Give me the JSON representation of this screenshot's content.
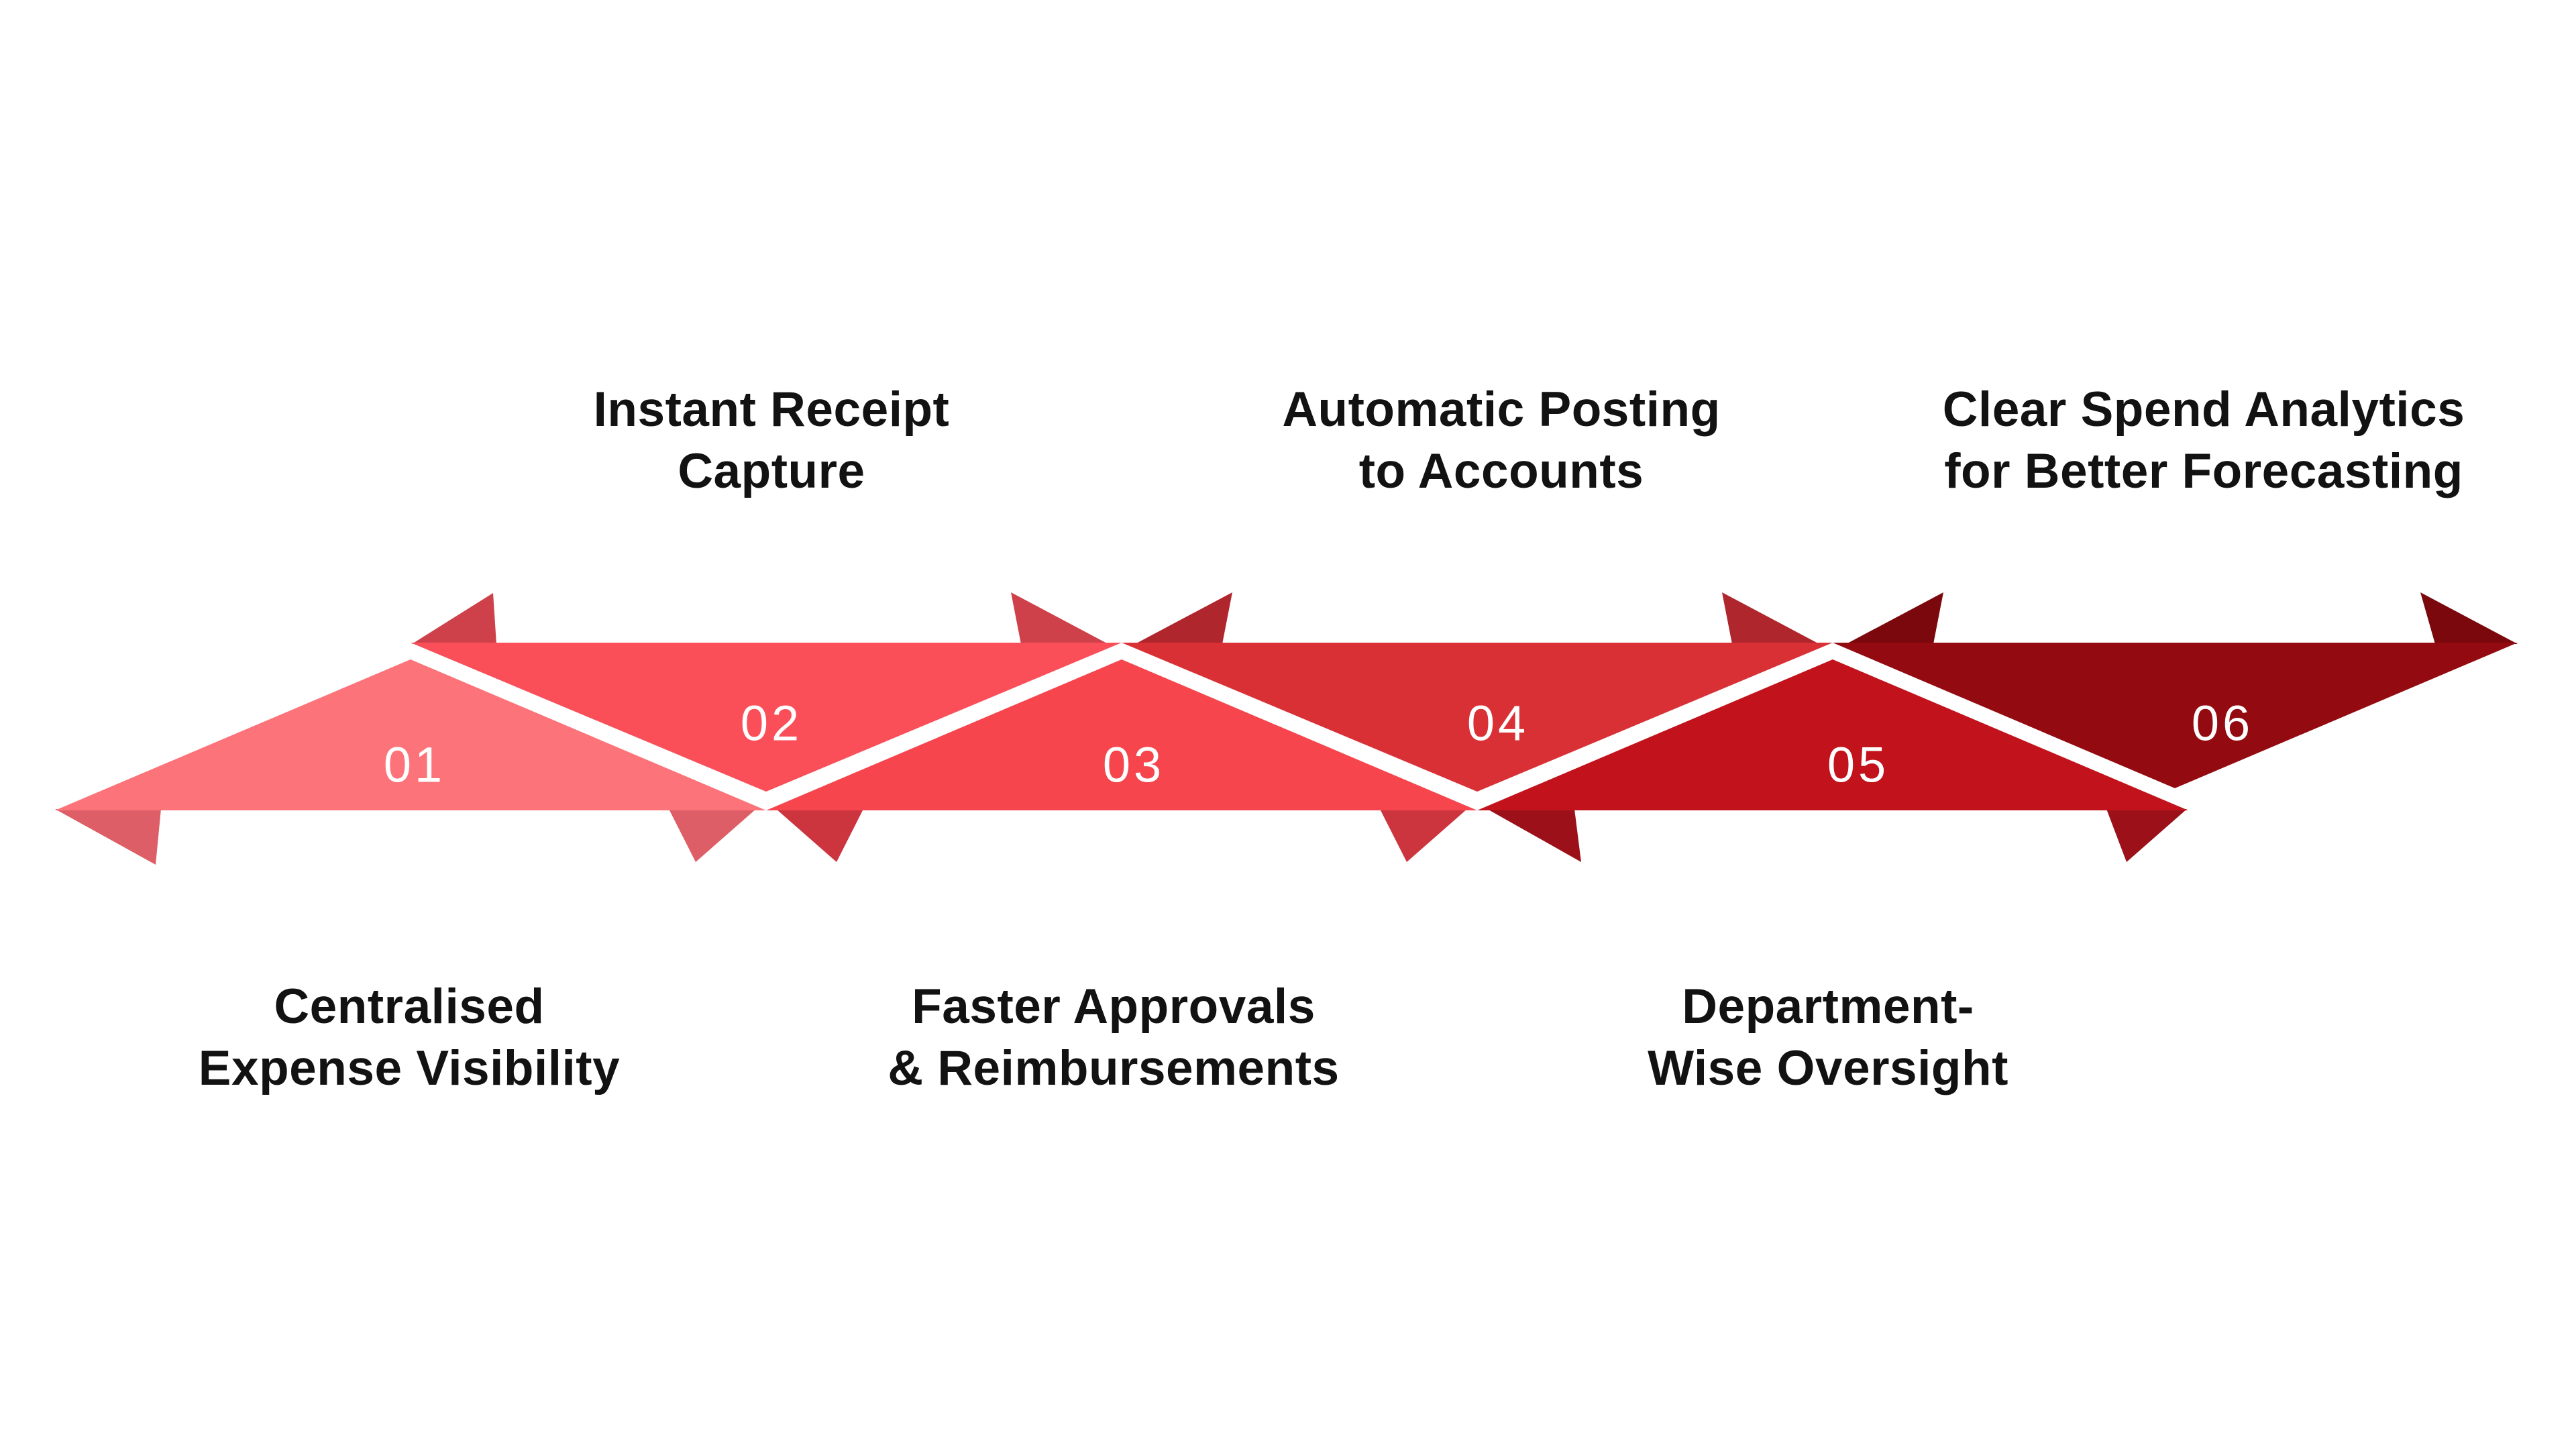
{
  "background_color": "#ffffff",
  "label_text_color": "#121212",
  "number_text_color": "#ffffff",
  "steps": [
    {
      "number": "01",
      "label": "Centralised\nExpense Visibility",
      "label_position": "bottom",
      "color": "#FC737A",
      "fold_color": "#DE5E67"
    },
    {
      "number": "02",
      "label": "Instant Receipt\nCapture",
      "label_position": "top",
      "color": "#FA4F59",
      "fold_color": "#CE414B"
    },
    {
      "number": "03",
      "label": "Faster Approvals\n& Reimbursements",
      "label_position": "bottom",
      "color": "#F6454D",
      "fold_color": "#CC353E"
    },
    {
      "number": "04",
      "label": "Automatic Posting\nto Accounts",
      "label_position": "top",
      "color": "#D93036",
      "fold_color": "#AF262C"
    },
    {
      "number": "05",
      "label": "Department-\nWise Oversight",
      "label_position": "bottom",
      "color": "#C2121B",
      "fold_color": "#9B1019"
    },
    {
      "number": "06",
      "label": "Clear Spend Analytics\nfor Better Forecasting",
      "label_position": "top",
      "color": "#930B10",
      "fold_color": "#7A080C"
    }
  ]
}
